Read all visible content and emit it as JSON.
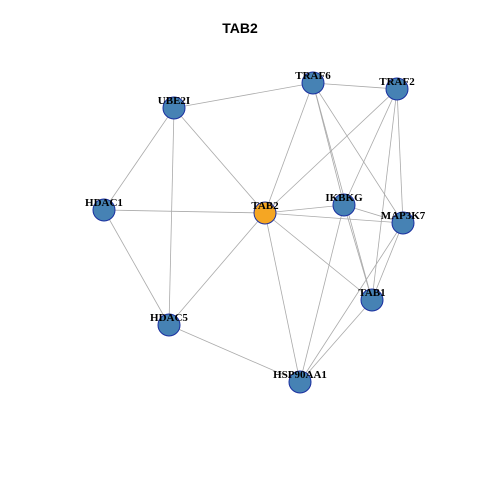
{
  "title": "TAB2",
  "colors": {
    "node": "#4682b4",
    "center": "#f5a623",
    "edge": "#aaaaaa",
    "node_border": "#1a2fa0"
  },
  "nodes": [
    {
      "id": "TAB2",
      "label": "TAB2",
      "center": true
    },
    {
      "id": "TRAF6",
      "label": "TRAF6"
    },
    {
      "id": "TRAF2",
      "label": "TRAF2"
    },
    {
      "id": "UBE2I",
      "label": "UBE2I"
    },
    {
      "id": "HDAC1",
      "label": "HDAC1"
    },
    {
      "id": "IKBKG",
      "label": "IKBKG"
    },
    {
      "id": "MAP3K7",
      "label": "MAP3K7"
    },
    {
      "id": "TAB1",
      "label": "TAB1"
    },
    {
      "id": "HDAC5",
      "label": "HDAC5"
    },
    {
      "id": "HSP90AA1",
      "label": "HSP90AA1"
    }
  ],
  "edges": [
    [
      "TAB2",
      "UBE2I"
    ],
    [
      "TAB2",
      "TRAF6"
    ],
    [
      "TAB2",
      "TRAF2"
    ],
    [
      "TAB2",
      "HDAC1"
    ],
    [
      "TAB2",
      "IKBKG"
    ],
    [
      "TAB2",
      "MAP3K7"
    ],
    [
      "TAB2",
      "TAB1"
    ],
    [
      "TAB2",
      "HDAC5"
    ],
    [
      "TAB2",
      "HSP90AA1"
    ],
    [
      "UBE2I",
      "TRAF6"
    ],
    [
      "UBE2I",
      "HDAC1"
    ],
    [
      "UBE2I",
      "HDAC5"
    ],
    [
      "HDAC1",
      "HDAC5"
    ],
    [
      "HDAC5",
      "HSP90AA1"
    ],
    [
      "TRAF6",
      "TRAF2"
    ],
    [
      "TRAF6",
      "IKBKG"
    ],
    [
      "TRAF6",
      "MAP3K7"
    ],
    [
      "TRAF6",
      "TAB1"
    ],
    [
      "TRAF2",
      "IKBKG"
    ],
    [
      "TRAF2",
      "MAP3K7"
    ],
    [
      "TRAF2",
      "TAB1"
    ],
    [
      "IKBKG",
      "MAP3K7"
    ],
    [
      "IKBKG",
      "TAB1"
    ],
    [
      "IKBKG",
      "HSP90AA1"
    ],
    [
      "MAP3K7",
      "TAB1"
    ],
    [
      "MAP3K7",
      "HSP90AA1"
    ],
    [
      "TAB1",
      "HSP90AA1"
    ]
  ]
}
